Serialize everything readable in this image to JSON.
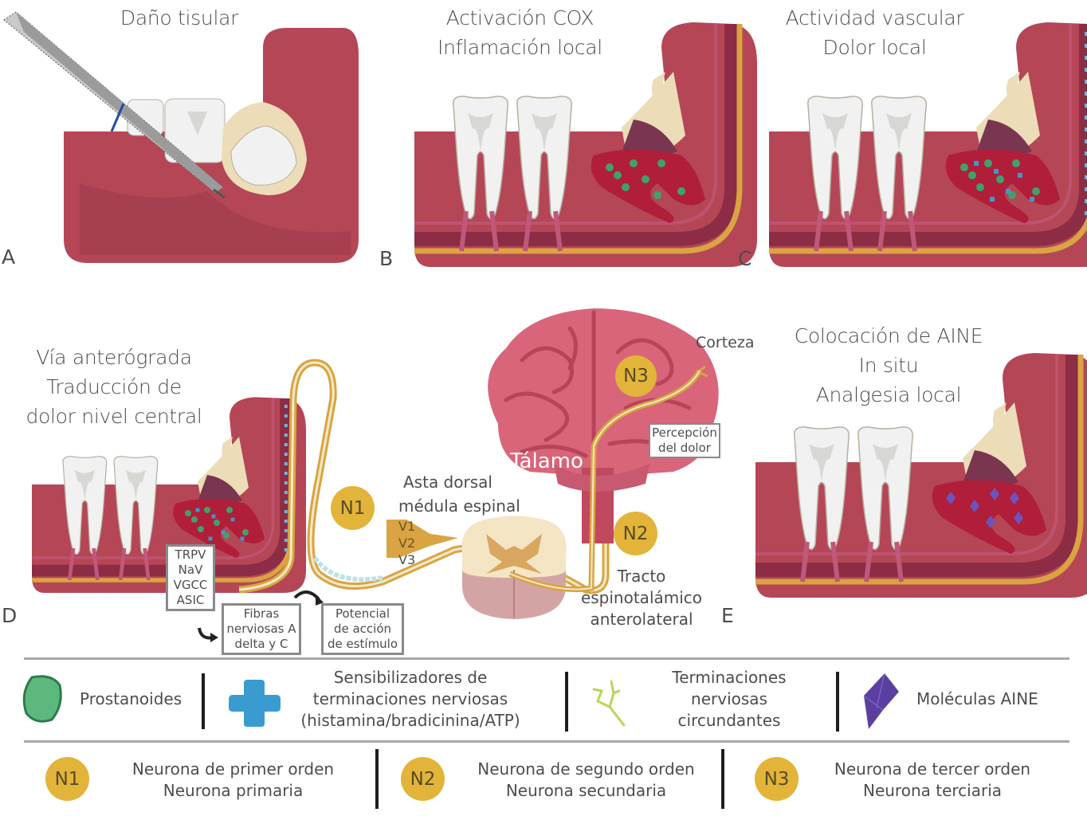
{
  "panels": {
    "A": {
      "letter": "A",
      "title_lines": [
        "Daño tisular"
      ]
    },
    "B": {
      "letter": "B",
      "title_lines": [
        "Activación COX",
        "Inflamación local"
      ]
    },
    "C": {
      "letter": "C",
      "title_lines": [
        "Actividad vascular",
        "Dolor local"
      ]
    },
    "D": {
      "letter": "D",
      "title_lines": [
        "Vía anterógrada",
        "Traducción de",
        "dolor nivel central"
      ]
    },
    "E": {
      "letter": "E",
      "title_lines": [
        "Colocación de AINE",
        "In situ",
        "Analgesia local"
      ]
    }
  },
  "pathway": {
    "receptors_box": [
      "TRPV",
      "NaV",
      "VGCC",
      "ASIC"
    ],
    "fibers_box": [
      "Fibras",
      "nerviosas A",
      "delta y C"
    ],
    "action_potential_box": [
      "Potencial",
      "de acción",
      "de estímulo"
    ],
    "dorsal_horn": [
      "Asta dorsal",
      "médula espinal"
    ],
    "trigeminal_branches": [
      "V1",
      "V2",
      "V3"
    ],
    "tract": [
      "Tracto",
      "espinotalámico",
      "anterolateral"
    ],
    "thalamus": "Tálamo",
    "cortex": "Corteza",
    "perception_box": [
      "Percepción",
      "del dolor"
    ],
    "neurons": {
      "n1": "N1",
      "n2": "N2",
      "n3": "N3"
    }
  },
  "legend_row1": [
    {
      "icon": "prostanoid-blob-icon",
      "color": "#3fa26a",
      "text_lines": [
        "Prostanoides"
      ]
    },
    {
      "icon": "blue-cross-icon",
      "color": "#3a9bd0",
      "text_lines": [
        "Sensibilizadores de",
        "terminaciones nerviosas",
        "(histamina/bradicinina/ATP)"
      ]
    },
    {
      "icon": "nerve-ending-icon",
      "color": "#b8d65a",
      "text_lines": [
        "Terminaciones",
        "nerviosas",
        "circundantes"
      ]
    },
    {
      "icon": "nsaid-crystal-icon",
      "color": "#5b3fa0",
      "text_lines": [
        "Moléculas AINE"
      ]
    }
  ],
  "legend_row2": [
    {
      "badge": "N1",
      "text_lines": [
        "Neurona de primer orden",
        "Neurona primaria"
      ]
    },
    {
      "badge": "N2",
      "text_lines": [
        "Neurona de segundo orden",
        "Neurona secundaria"
      ]
    },
    {
      "badge": "N3",
      "text_lines": [
        "Neurona de tercer orden",
        "Neurona terciaria"
      ]
    }
  ],
  "colors": {
    "gum": "#b54656",
    "gum_dark": "#9c3a4b",
    "bone": "#ecdcb8",
    "tooth": "#f1f1f1",
    "nerve": "#d9a441",
    "badge": "#e2b43a",
    "brain": "#d9657a",
    "inflamed": "#b01e3a"
  }
}
